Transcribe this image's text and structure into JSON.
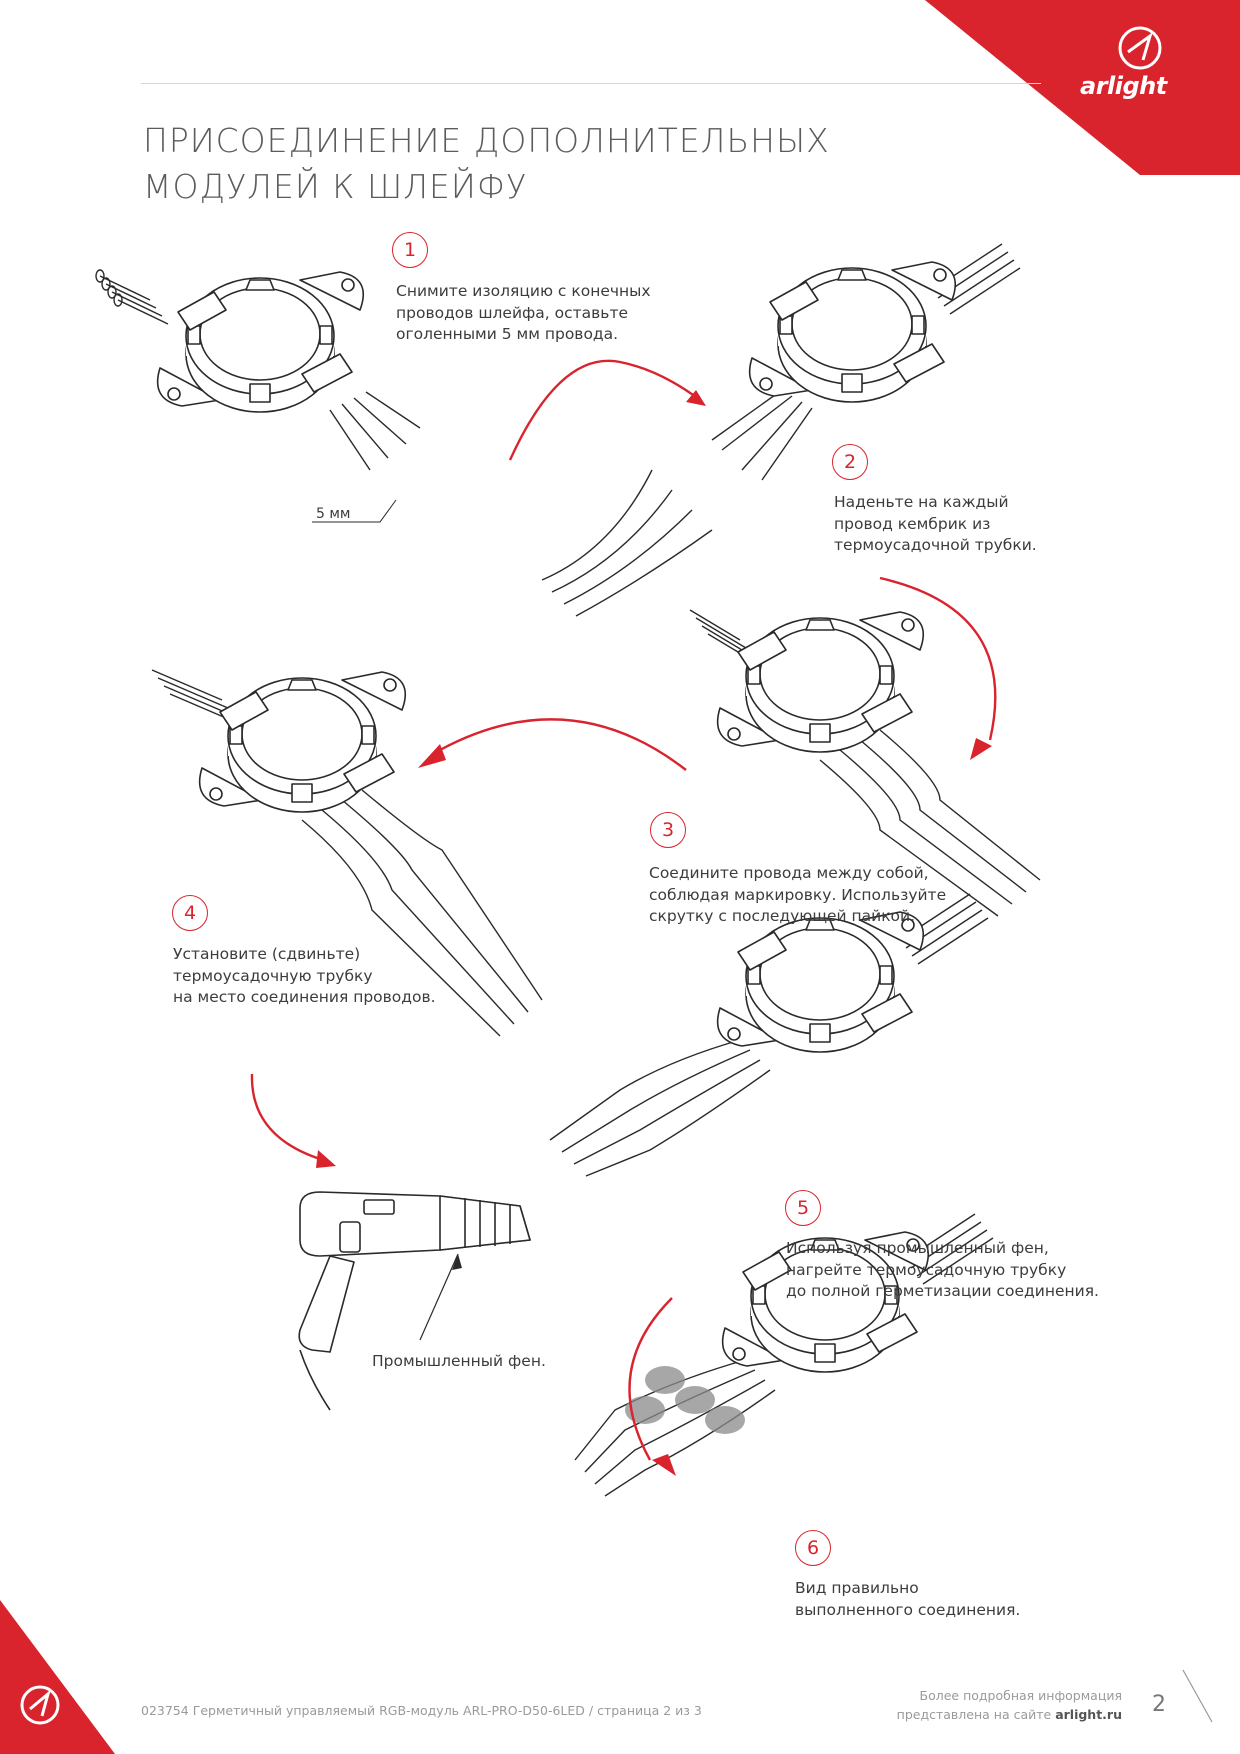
{
  "brand": {
    "logo_text": "arlight",
    "colors": {
      "accent": "#d9232d",
      "text": "#3c3c3c",
      "line": "#2a2a2a"
    }
  },
  "header": {
    "title_line1": "ПРИСОЕДИНЕНИЕ ДОПОЛНИТЕЛЬНЫХ",
    "title_line2": "МОДУЛЕЙ К ШЛЕЙФУ"
  },
  "steps": [
    {
      "num": "1",
      "text": "Снимите изоляцию с конечных\nпроводов шлейфа, оставьте\nоголенными 5 мм провода."
    },
    {
      "num": "2",
      "text": "Наденьте на каждый\nпровод кембрик из\nтермоусадочной трубки."
    },
    {
      "num": "3",
      "text": "Соедините провода между собой,\nсоблюдая маркировку. Используйте\nскрутку с последующей пайкой."
    },
    {
      "num": "4",
      "text": "Установите (сдвиньте)\nтермоусадочную трубку\nна место соединения проводов."
    },
    {
      "num": "5",
      "text": "Используя промышленный фен,\nнагрейте термоусадочную трубку\nдо полной герметизации соединения."
    },
    {
      "num": "6",
      "text": "Вид правильно\nвыполненного соединения."
    }
  ],
  "labels": {
    "mm": "5 мм",
    "heat_gun": "Промышленный фен."
  },
  "footer": {
    "doc": "023754 Герметичный управляемый RGB-модуль ARL-PRO-D50-6LED / страница 2 из 3",
    "more_info_line1": "Более подробная информация",
    "more_info_line2": "представлена на сайте ",
    "site": "arlight.ru",
    "page": "2"
  },
  "icons": [
    "arlight-logo-icon",
    "curved-arrow-icon",
    "heat-gun-icon",
    "led-module-icon"
  ]
}
